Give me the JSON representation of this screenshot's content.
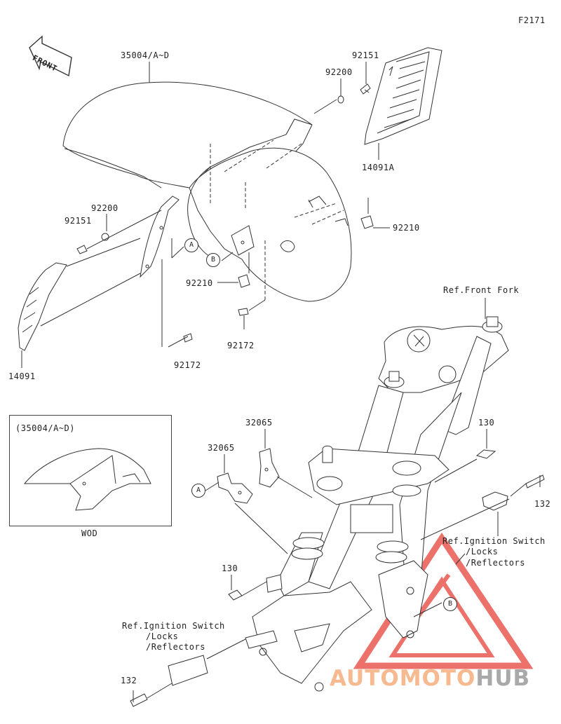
{
  "diagram_code": "F2171",
  "front_label": "FRONT",
  "parts": {
    "fender": "35004/A~D",
    "bolt_top": "92151",
    "washer_top": "92200",
    "cover_right": "14091A",
    "washer_left": "92200",
    "bolt_left": "92151",
    "nut_right": "92210",
    "nut_center": "92210",
    "cover_left": "14091",
    "screw_center": "92172",
    "screw_left": "92172",
    "bracket_a": "32065",
    "bracket_b": "32065",
    "bolt_130_upper": "130",
    "bolt_130_lower": "130",
    "bolt_132_right": "132",
    "bolt_132_left": "132"
  },
  "callouts": {
    "a1": "A",
    "b1": "B",
    "a2": "A",
    "b2": "B"
  },
  "references": {
    "front_fork": "Ref.Front Fork",
    "ignition_right": [
      "Ref.Ignition Switch",
      "/Locks",
      "/Reflectors"
    ],
    "ignition_left": [
      "Ref.Ignition Switch",
      "/Locks",
      "/Reflectors"
    ]
  },
  "inset": {
    "title": "(35004/A~D)",
    "caption": "WOD"
  },
  "watermark": {
    "part1": "AUTOMOTO",
    "part2": "HUB"
  },
  "colors": {
    "line": "#333333",
    "watermark_red": "#e8423a",
    "watermark_orange": "#f7b98f",
    "watermark_gray": "#a9a9a9"
  }
}
